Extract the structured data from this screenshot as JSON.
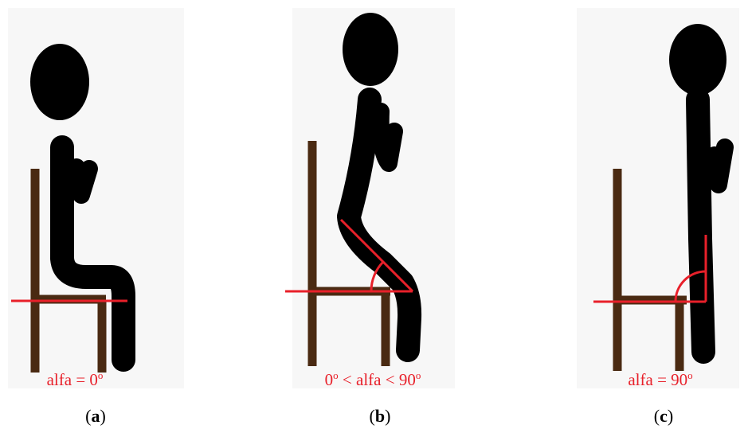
{
  "panels": [
    {
      "id": "a",
      "label_html": "alfa = 0<sup>o</sup>",
      "caption_letter": "a"
    },
    {
      "id": "b",
      "label_html": "0<sup>o</sup> &lt; alfa &lt; 90<sup>o</sup>",
      "caption_letter": "b"
    },
    {
      "id": "c",
      "label_html": "alfa = 90<sup>o</sup>",
      "caption_letter": "c"
    }
  ],
  "colors": {
    "chair": "#4a2a12",
    "figure": "#000000",
    "angle": "#e8202a"
  }
}
